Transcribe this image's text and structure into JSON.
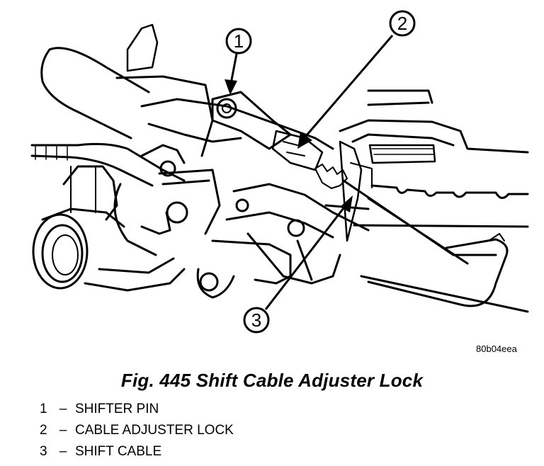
{
  "figure": {
    "drawing_code": "80b04eea",
    "callouts": [
      {
        "number": "1"
      },
      {
        "number": "2"
      },
      {
        "number": "3"
      }
    ]
  },
  "caption": "Fig. 445 Shift Cable Adjuster Lock",
  "legend": [
    {
      "number": "1",
      "dash": "–",
      "label": "SHIFTER PIN"
    },
    {
      "number": "2",
      "dash": "–",
      "label": "CABLE ADJUSTER LOCK"
    },
    {
      "number": "3",
      "dash": "–",
      "label": "SHIFT CABLE"
    }
  ]
}
